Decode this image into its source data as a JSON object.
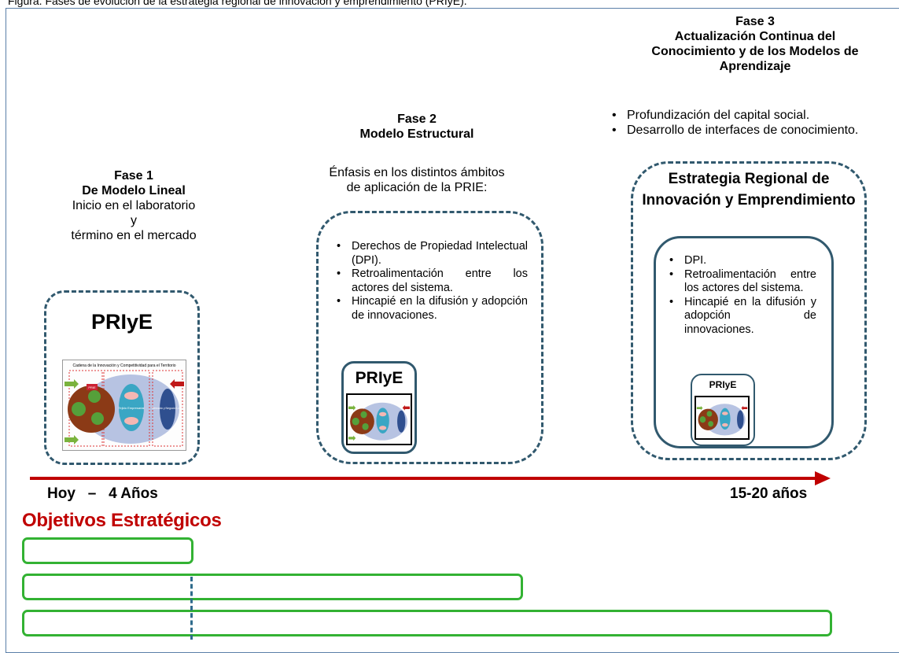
{
  "top_text": "Figura. Fases de evolución de la estrategia regional de innovación y emprendimiento (PRIyE).",
  "phase1": {
    "label": "Fase 1",
    "name": "De Modelo Lineal",
    "desc": [
      "Inicio en el laboratorio",
      "y",
      "término en el mercado"
    ],
    "box_title": "PRIyE"
  },
  "phase2": {
    "label": "Fase  2",
    "name": "Modelo Estructural",
    "desc": [
      "Énfasis en los distintos ámbitos",
      "de aplicación de la PRIE:"
    ],
    "bullets": [
      "Derechos de Propiedad Intelectual (DPI).",
      "Retroalimentación entre los actores del sistema.",
      "Hincapié en la difusión y adopción de innovaciones."
    ],
    "box_title": "PRIyE"
  },
  "phase3": {
    "label": "Fase  3",
    "name_lines": [
      "Actualización Continua del",
      "Conocimiento y de los Modelos de",
      "Aprendizaje"
    ],
    "bullets": [
      "Profundización del capital social.",
      "Desarrollo de interfaces de conocimiento."
    ],
    "outer_title": "Estrategia Regional de Innovación y Emprendimiento",
    "inner_bullets": [
      "DPI.",
      "Retroalimentación entre los actores del sistema.",
      "Hincapié en la difusión y adopción de innovaciones."
    ],
    "box_title": "PRIyE"
  },
  "timeline": {
    "start_label": "Hoy   –   4 Años",
    "end_label": "15-20 años"
  },
  "objectives": {
    "title": "Objetivos Estratégicos"
  },
  "thumbnail": {
    "title": "Cadena de la Innovación y Competitividad para el Territorio",
    "left_node": "PRIE",
    "center_node": "Tejido Empresarial",
    "right_node": "Mercado y Negocio Local"
  },
  "colors": {
    "frame": "#5b7fa8",
    "dash_box": "#31596e",
    "arrow": "#c00000",
    "objectives_title": "#c00000",
    "objective_bar": "#33b233"
  }
}
